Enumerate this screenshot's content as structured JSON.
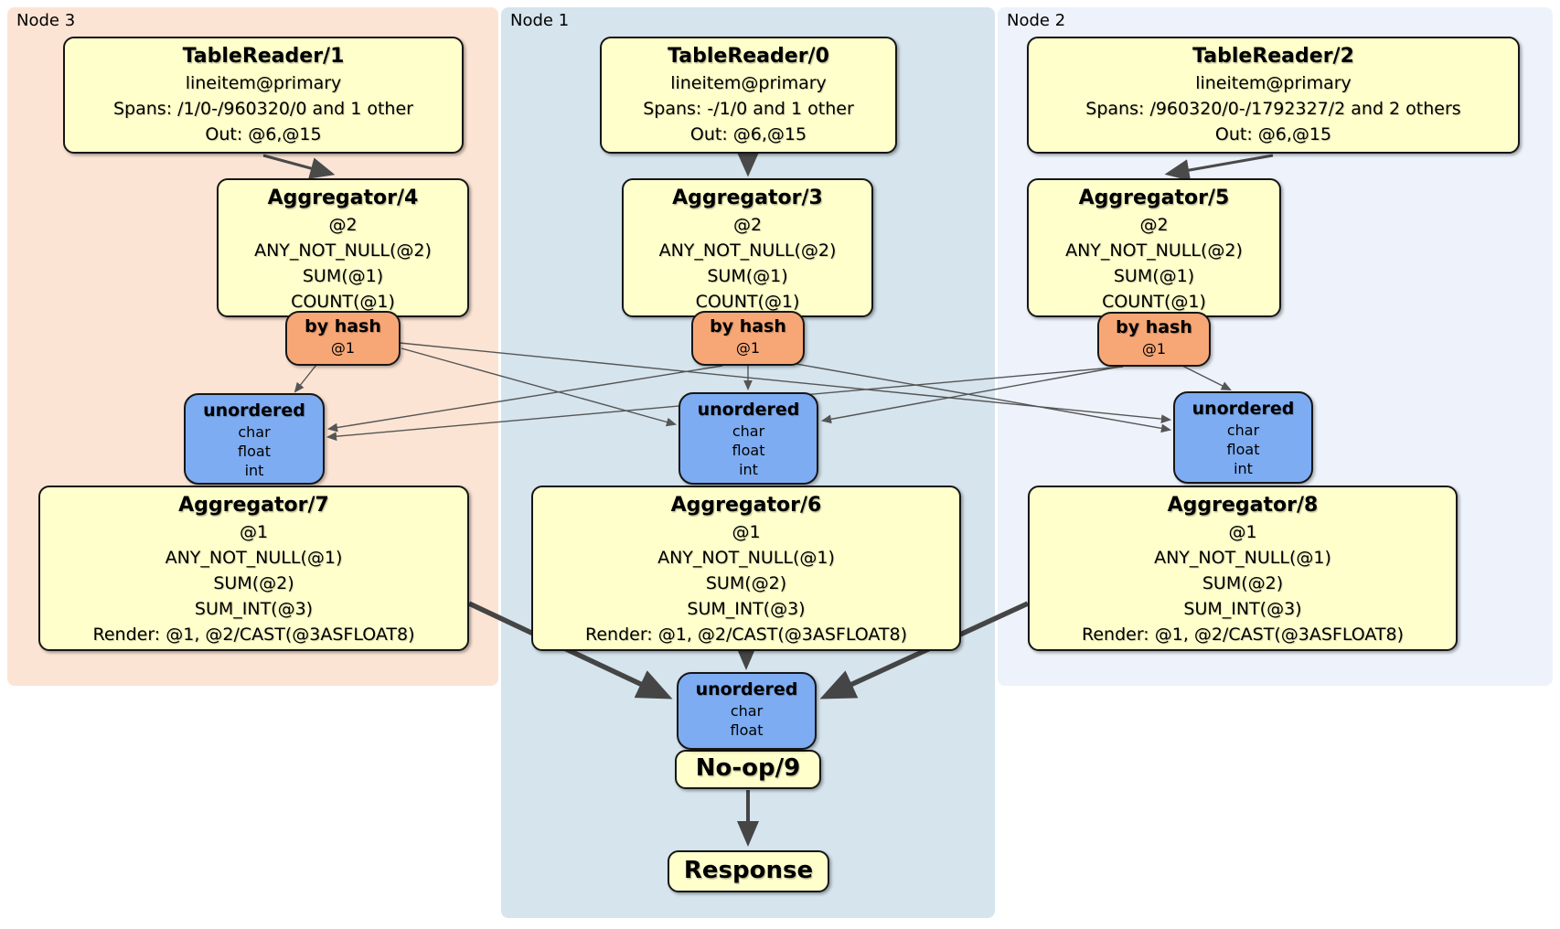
{
  "nodes": {
    "node3": {
      "label": "Node 3"
    },
    "node1": {
      "label": "Node 1"
    },
    "node2": {
      "label": "Node 2"
    }
  },
  "processors": {
    "tr1": {
      "title": "TableReader/1",
      "lines": [
        "lineitem@primary",
        "Spans: /1/0-/960320/0 and 1 other",
        "Out: @6,@15"
      ]
    },
    "tr0": {
      "title": "TableReader/0",
      "lines": [
        "lineitem@primary",
        "Spans: -/1/0 and 1 other",
        "Out: @6,@15"
      ]
    },
    "tr2": {
      "title": "TableReader/2",
      "lines": [
        "lineitem@primary",
        "Spans: /960320/0-/1792327/2 and 2 others",
        "Out: @6,@15"
      ]
    },
    "agg4": {
      "title": "Aggregator/4",
      "lines": [
        "@2",
        "ANY_NOT_NULL(@2)",
        "SUM(@1)",
        "COUNT(@1)"
      ]
    },
    "agg3": {
      "title": "Aggregator/3",
      "lines": [
        "@2",
        "ANY_NOT_NULL(@2)",
        "SUM(@1)",
        "COUNT(@1)"
      ]
    },
    "agg5": {
      "title": "Aggregator/5",
      "lines": [
        "@2",
        "ANY_NOT_NULL(@2)",
        "SUM(@1)",
        "COUNT(@1)"
      ]
    },
    "agg7": {
      "title": "Aggregator/7",
      "lines": [
        "@1",
        "ANY_NOT_NULL(@1)",
        "SUM(@2)",
        "SUM_INT(@3)",
        "Render: @1, @2/CAST(@3ASFLOAT8)"
      ]
    },
    "agg6": {
      "title": "Aggregator/6",
      "lines": [
        "@1",
        "ANY_NOT_NULL(@1)",
        "SUM(@2)",
        "SUM_INT(@3)",
        "Render: @1, @2/CAST(@3ASFLOAT8)"
      ]
    },
    "agg8": {
      "title": "Aggregator/8",
      "lines": [
        "@1",
        "ANY_NOT_NULL(@1)",
        "SUM(@2)",
        "SUM_INT(@3)",
        "Render: @1, @2/CAST(@3ASFLOAT8)"
      ]
    },
    "noop": {
      "title": "No-op/9"
    },
    "response": {
      "title": "Response"
    }
  },
  "routers": {
    "r3": {
      "title": "by hash",
      "lines": [
        "@1"
      ]
    },
    "r1": {
      "title": "by hash",
      "lines": [
        "@1"
      ]
    },
    "r2": {
      "title": "by hash",
      "lines": [
        "@1"
      ]
    }
  },
  "syncs": {
    "s3": {
      "title": "unordered",
      "lines": [
        "char",
        "float",
        "int"
      ]
    },
    "s1": {
      "title": "unordered",
      "lines": [
        "char",
        "float",
        "int"
      ]
    },
    "s2": {
      "title": "unordered",
      "lines": [
        "char",
        "float",
        "int"
      ]
    },
    "sf": {
      "title": "unordered",
      "lines": [
        "char",
        "float"
      ]
    }
  },
  "colors": {
    "node3_bg": "#fce4d4",
    "node1_bg": "#d5e4ed",
    "node2_bg": "#edf2fb",
    "processor_bg": "#ffffcc",
    "router_bg": "#f7a776",
    "sync_bg": "#7dacf2",
    "edge": "#555555",
    "edge_thick": "#454545",
    "border": "#161616"
  }
}
